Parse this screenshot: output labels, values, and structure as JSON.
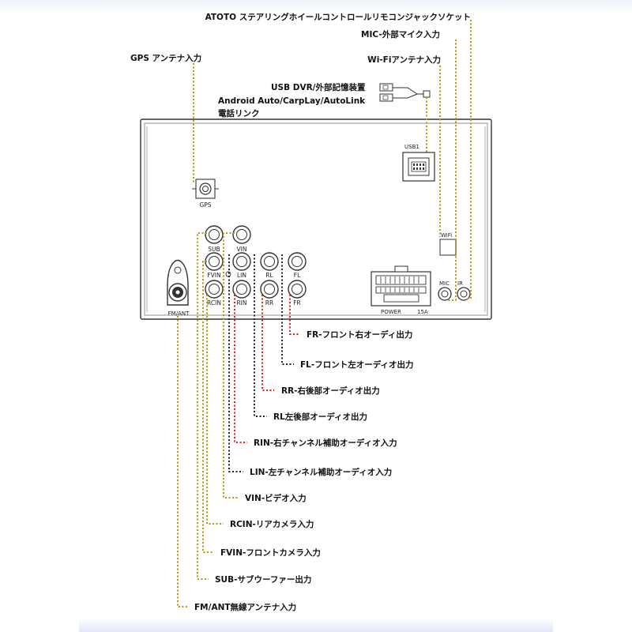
{
  "labels": {
    "steering": "ATOTO ステアリングホイールコントロールリモコンジャックソケット",
    "mic": "MIC-外部マイク入力",
    "wifi": "Wi-Fiアンテナ入力",
    "gps": "GPS アンテナ入力",
    "usb_dvr": "USB DVR/外部記憶装置",
    "android_auto": "Android Auto/CarpLay/AutoLink",
    "phone_link": "電話リンク",
    "fr": "FR-フロント右オーディ出力",
    "fl": "FL-フロント左オーディオ出力",
    "rr": "RR-右後部オーディオ出力",
    "rl": "RL左後部オーディオ出力",
    "rin": "RIN-右チャンネル補助オーディオ入力",
    "lin": "LIN-左チャンネル補助オーディオ入力",
    "vin": "VIN-ビデオ入力",
    "rcin": "RCIN-リアカメラ入力",
    "fvin": "FVIN-フロントカメラ入力",
    "sub": "SUB-サブウーファー出力",
    "fm": "FM/ANT無線アンテナ入力"
  },
  "panel": {
    "usb1": "USB1",
    "gps": "GPS",
    "wifi": "WiFi",
    "sub": "SUB",
    "vin": "VIN",
    "fvin": "FVIN",
    "lin": "LIN",
    "rl": "RL",
    "fl": "FL",
    "rcin": "RCIN",
    "rin": "RIN",
    "rr": "RR",
    "fr": "FR",
    "mic": "MIC",
    "ir": "IR",
    "power": "POWER",
    "fuse": "15A",
    "fm_ant": "FM/ANT"
  },
  "colors": {
    "leader_gold": "#b8960a",
    "leader_red": "#e02020",
    "leader_black": "#222222",
    "panel_stroke": "#333333"
  }
}
